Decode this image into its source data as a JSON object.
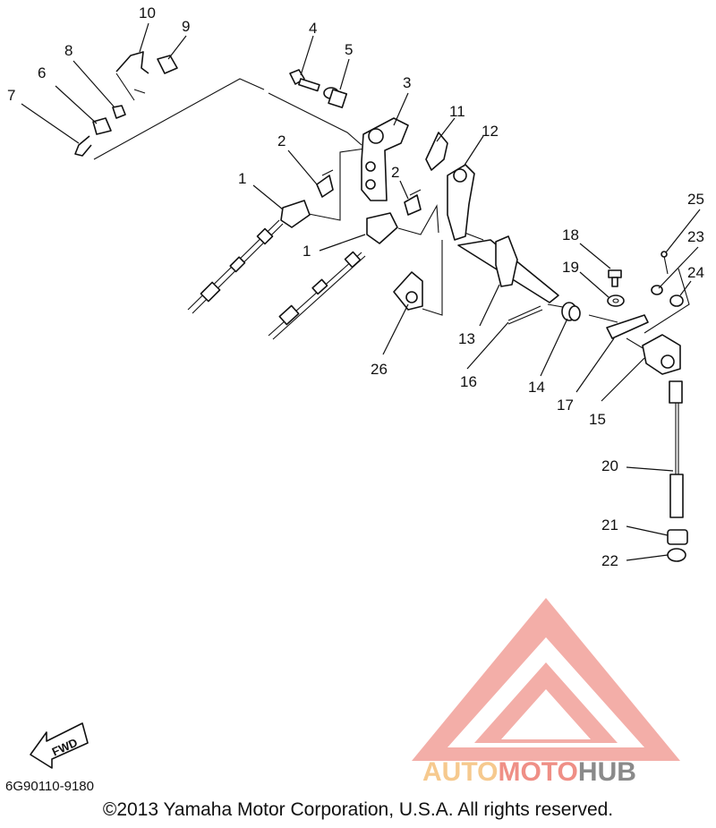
{
  "diagram": {
    "callouts": [
      "1",
      "1",
      "2",
      "2",
      "3",
      "4",
      "5",
      "6",
      "7",
      "8",
      "9",
      "10",
      "11",
      "12",
      "13",
      "14",
      "15",
      "16",
      "17",
      "18",
      "19",
      "20",
      "21",
      "22",
      "23",
      "24",
      "25",
      "26"
    ],
    "direction_label": "FWD"
  },
  "footer": {
    "catalog_code": "6G90110-9180",
    "copyright": "©2013 Yamaha Motor Corporation, U.S.A. All rights reserved."
  },
  "watermark": {
    "word_part1": "AUTO",
    "word_part2": "MOTO",
    "word_part3": "HUB",
    "colors": {
      "triangle": "#f2a19a",
      "auto": "#f6c98e",
      "moto": "#ef8f86",
      "hub": "#8a8a8a"
    }
  }
}
